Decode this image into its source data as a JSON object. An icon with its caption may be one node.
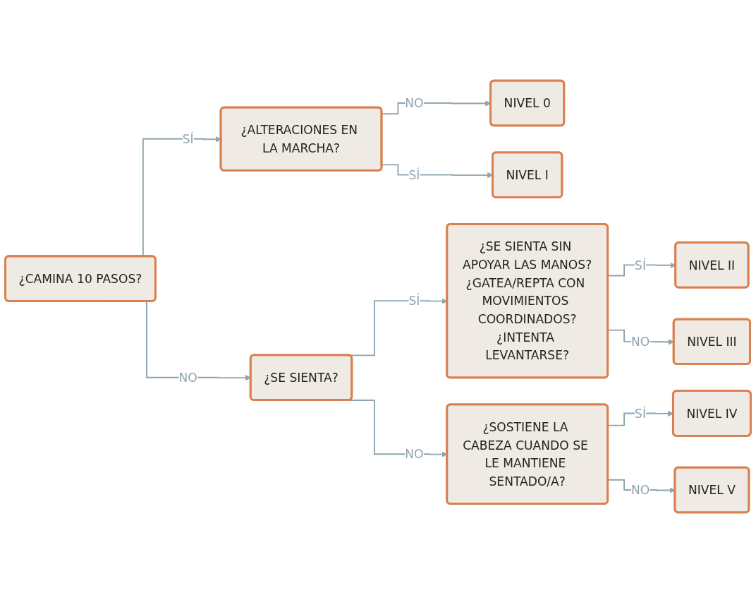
{
  "diagram": {
    "nodes": [
      {
        "text": [
          "¿CAMINA 10 PASOS?"
        ]
      },
      {
        "text": [
          "¿ALTERACIONES EN LA MARCHA?"
        ]
      },
      {
        "text": [
          "NIVEL 0"
        ]
      },
      {
        "text": [
          "NIVEL I"
        ]
      },
      {
        "text": [
          "¿SE SIENTA?"
        ]
      },
      {
        "text": [
          "¿SE SIENTA SIN APOYAR LAS MANOS?",
          "¿GATEA/REPTA CON MOVIMIENTOS COORDINADOS?",
          "¿INTENTA LEVANTARSE?"
        ]
      },
      {
        "text": [
          "NIVEL II"
        ]
      },
      {
        "text": [
          "NIVEL III"
        ]
      },
      {
        "text": [
          "¿SOSTIENE LA CABEZA CUANDO SE LE MANTIENE SENTADO/A?"
        ]
      },
      {
        "text": [
          "NIVEL IV"
        ]
      },
      {
        "text": [
          "NIVEL V"
        ]
      }
    ],
    "edges": [
      {
        "from": 0,
        "to": 1,
        "arrow": "to",
        "label": "SÍ"
      },
      {
        "from": 1,
        "to": 2,
        "arrow": "to",
        "label": "NO"
      },
      {
        "from": 1,
        "to": 3,
        "arrow": "to",
        "label": "SÍ"
      },
      {
        "from": 0,
        "to": 4,
        "arrow": "to",
        "label": "NO"
      },
      {
        "from": 4,
        "to": 5,
        "arrow": "to",
        "label": "SÍ"
      },
      {
        "from": 5,
        "to": 6,
        "arrow": "to",
        "label": "SÍ"
      },
      {
        "from": 5,
        "to": 7,
        "arrow": "to",
        "label": "NO"
      },
      {
        "from": 4,
        "to": 8,
        "arrow": "to",
        "label": "NO"
      },
      {
        "from": 8,
        "to": 9,
        "arrow": "to",
        "label": "SÍ"
      },
      {
        "from": 8,
        "to": 10,
        "arrow": "to",
        "label": "NO"
      }
    ]
  }
}
